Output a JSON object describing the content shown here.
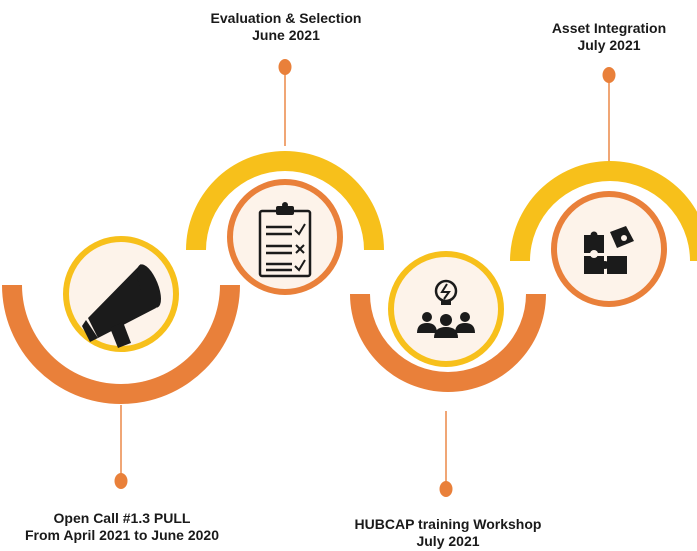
{
  "colors": {
    "orange": "#e9803a",
    "yellow": "#f7c01b",
    "cream": "#fdf3ea",
    "connector": "#e9803a",
    "icon": "#1b1b1b",
    "text": "#1a1a1a"
  },
  "steps": [
    {
      "title": "Open Call #1.3 PULL",
      "subtitle": "From April 2021 to June 2020",
      "icon": "megaphone-icon",
      "ring_color": "yellow",
      "arc_color": "orange"
    },
    {
      "title": "Evaluation & Selection",
      "subtitle": "June 2021",
      "icon": "checklist-icon",
      "ring_color": "orange",
      "arc_color": "yellow"
    },
    {
      "title": "HUBCAP training Workshop",
      "subtitle": "July 2021",
      "icon": "team-idea-icon",
      "ring_color": "yellow",
      "arc_color": "orange"
    },
    {
      "title": "Asset Integration",
      "subtitle": "July 2021",
      "icon": "puzzle-icon",
      "ring_color": "orange",
      "arc_color": "yellow"
    }
  ]
}
